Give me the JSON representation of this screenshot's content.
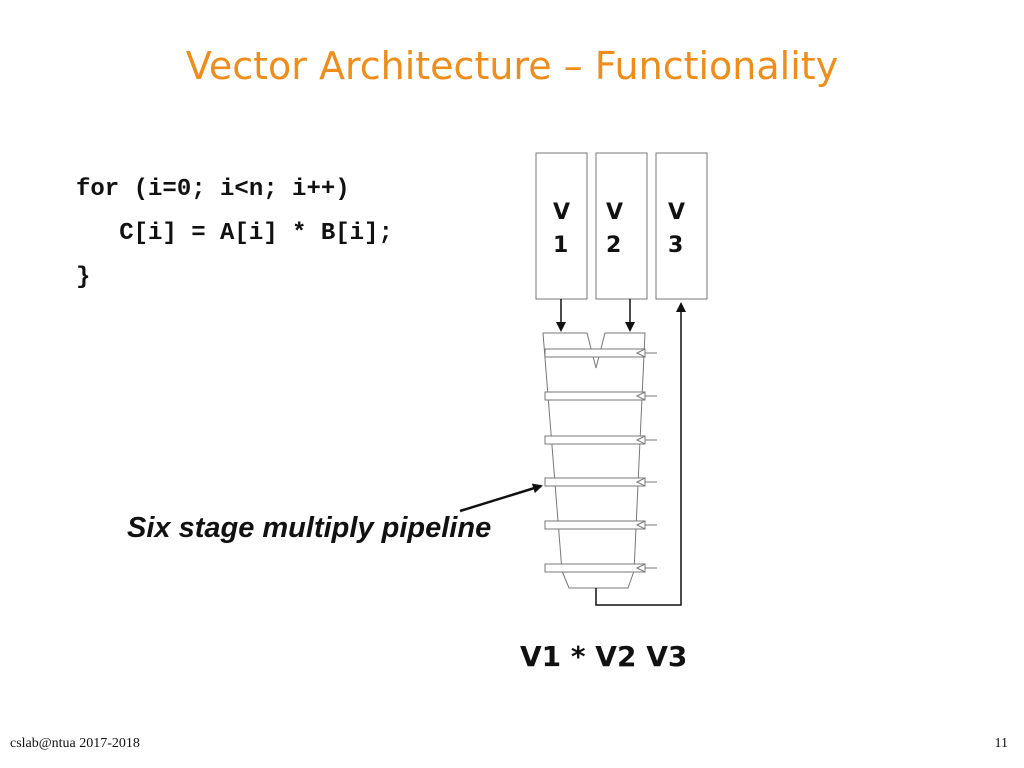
{
  "slide": {
    "title": "Vector Architecture – Functionality",
    "page_number": "11",
    "footer": "cslab@ntua 2017-2018"
  },
  "code": {
    "lines": [
      "for (i=0; i<n; i++)",
      "   C[i] = A[i] * B[i];",
      "}"
    ]
  },
  "diagram": {
    "registers": [
      {
        "letter": "V",
        "number": "1"
      },
      {
        "letter": "V",
        "number": "2"
      },
      {
        "letter": "V",
        "number": "3"
      }
    ],
    "pipeline_stages": 6,
    "pipeline_label": "Six stage multiply pipeline",
    "formula": "V1 * V2  V3"
  },
  "colors": {
    "title": "#ED8E1C",
    "text": "#111111",
    "outline": "#777777"
  }
}
